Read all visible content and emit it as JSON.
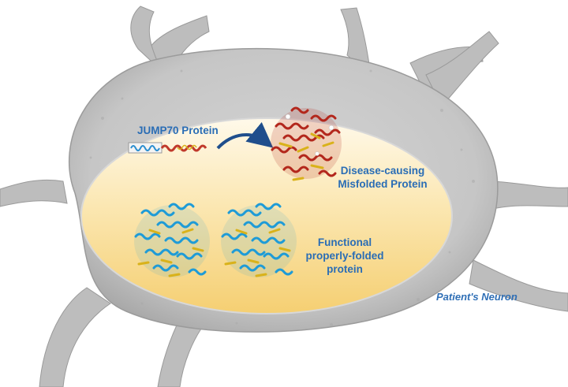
{
  "labels": {
    "jump70": "JUMP70 Protein",
    "disease_line1": "Disease-causing",
    "disease_line2": "Misfolded  Protein",
    "functional_line1": "Functional",
    "functional_line2": "properly-folded",
    "functional_line3": "protein",
    "neuron": "Patient's Neuron"
  },
  "colors": {
    "neuron_body": "#c9c9c9",
    "neuron_shadow": "#9e9e9e",
    "nucleus_top": "#fff8e6",
    "nucleus_bottom": "#f7d27a",
    "label_blue": "#2a6db5",
    "misfolded_red": "#b3271c",
    "functional_blue": "#1e9bd7",
    "helix_yellow": "#d9b21a",
    "arrow": "#1f4e8c"
  },
  "icons": {
    "unfolded_chain": "linear-protein-chain-icon",
    "misfolded": "misfolded-protein-structure-icon",
    "functional": "folded-protein-structure-icon",
    "arrow": "curved-arrow-icon"
  }
}
